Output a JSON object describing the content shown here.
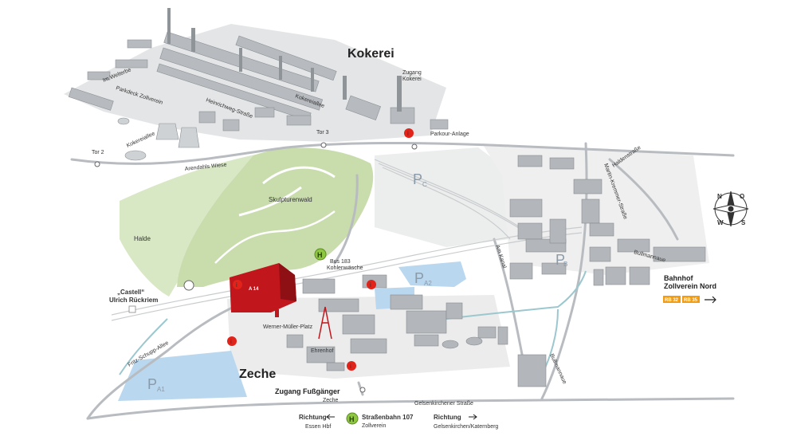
{
  "map": {
    "areas": {
      "kokerei": "Kokerei",
      "zeche": "Zeche",
      "halde": "Halde",
      "skulpturenwald": "Skulpturenwald"
    },
    "streets": {
      "im_welterbe": "Im Welterbe",
      "parkdeck": "Parkdeck Zollverein",
      "heinrichweg": "Heinrichweg-Straße",
      "kokereiallee1": "Kokereiallee",
      "kokereiallee2": "Kokereiallee",
      "arendahls": "Arendahls Wiese",
      "fritz_schupp": "Fritz-Schupp-Allee",
      "gelsenkirchener": "Gelsenkirchener Straße",
      "am_kanal": "Am Kanal",
      "martin_kremmer": "Martin-Kremmer-Straße",
      "haldenstrasse": "Haldenstraße",
      "bullmannaue": "Bullmannaue",
      "bullmannaue2": "Bullmannaue",
      "werner_mueller": "Werner-Müller-Platz",
      "ehrenhof": "Ehrenhof"
    },
    "gates": {
      "tor2": "Tor 2",
      "tor3": "Tor 3",
      "zugang_kokerei_1": "Zugang",
      "zugang_kokerei_2": "Kokerei",
      "parkour": "Parkour-Anlage",
      "zugang_fuss_1": "Zugang Fußgänger",
      "zugang_fuss_2": "Zeche"
    },
    "castell": {
      "line1": "„Castell“",
      "line2": "Ulrich Rückriem"
    },
    "bus": {
      "symbol": "H",
      "line1": "Bus 183",
      "line2": "Kohlenwäsche"
    },
    "tram": {
      "symbol": "H",
      "line1": "Straßenbahn 107",
      "line2": "Zollverein"
    },
    "building": "A 14",
    "parking": {
      "pa1_main": "P",
      "pa1_sub": "A1",
      "pa2_main": "P",
      "pa2_sub": "A2",
      "pc_main": "P",
      "pc_sub": "C",
      "pb_main": "P",
      "pb_sub": "B"
    },
    "directions": {
      "left_title": "Richtung",
      "left_dest": "Essen Hbf",
      "right_title": "Richtung",
      "right_dest": "Gelsenkirchen/Katernberg"
    },
    "station": {
      "title": "Bahnhof",
      "name": "Zollverein Nord",
      "rb1": "RB 32",
      "rb2": "RB 35"
    },
    "info_symbol": "i",
    "compass": {
      "n": "N",
      "o": "O",
      "s": "S",
      "w": "W"
    },
    "colors": {
      "building_highlight": "#c0161c",
      "info_marker": "#e2231a",
      "stop_marker": "#8dc63f",
      "parking_area": "#b9d7ee",
      "green_area": "#cfe0b4",
      "rail_tag": "#f39c12"
    }
  }
}
